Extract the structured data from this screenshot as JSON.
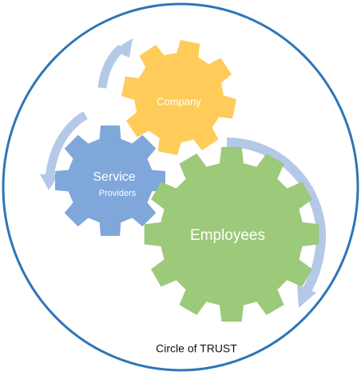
{
  "diagram": {
    "caption": "Circle of TRUST",
    "gears": {
      "company": {
        "label": "Company",
        "color": "#FFCC5A"
      },
      "service_providers": {
        "line1": "Service",
        "line2": "Providers",
        "color": "#7FA7DA"
      },
      "employees": {
        "label": "Employees",
        "color": "#9CC97A"
      }
    },
    "colors": {
      "circle_outline": "#2E75B6",
      "arrows": "#B4C9E8"
    }
  }
}
